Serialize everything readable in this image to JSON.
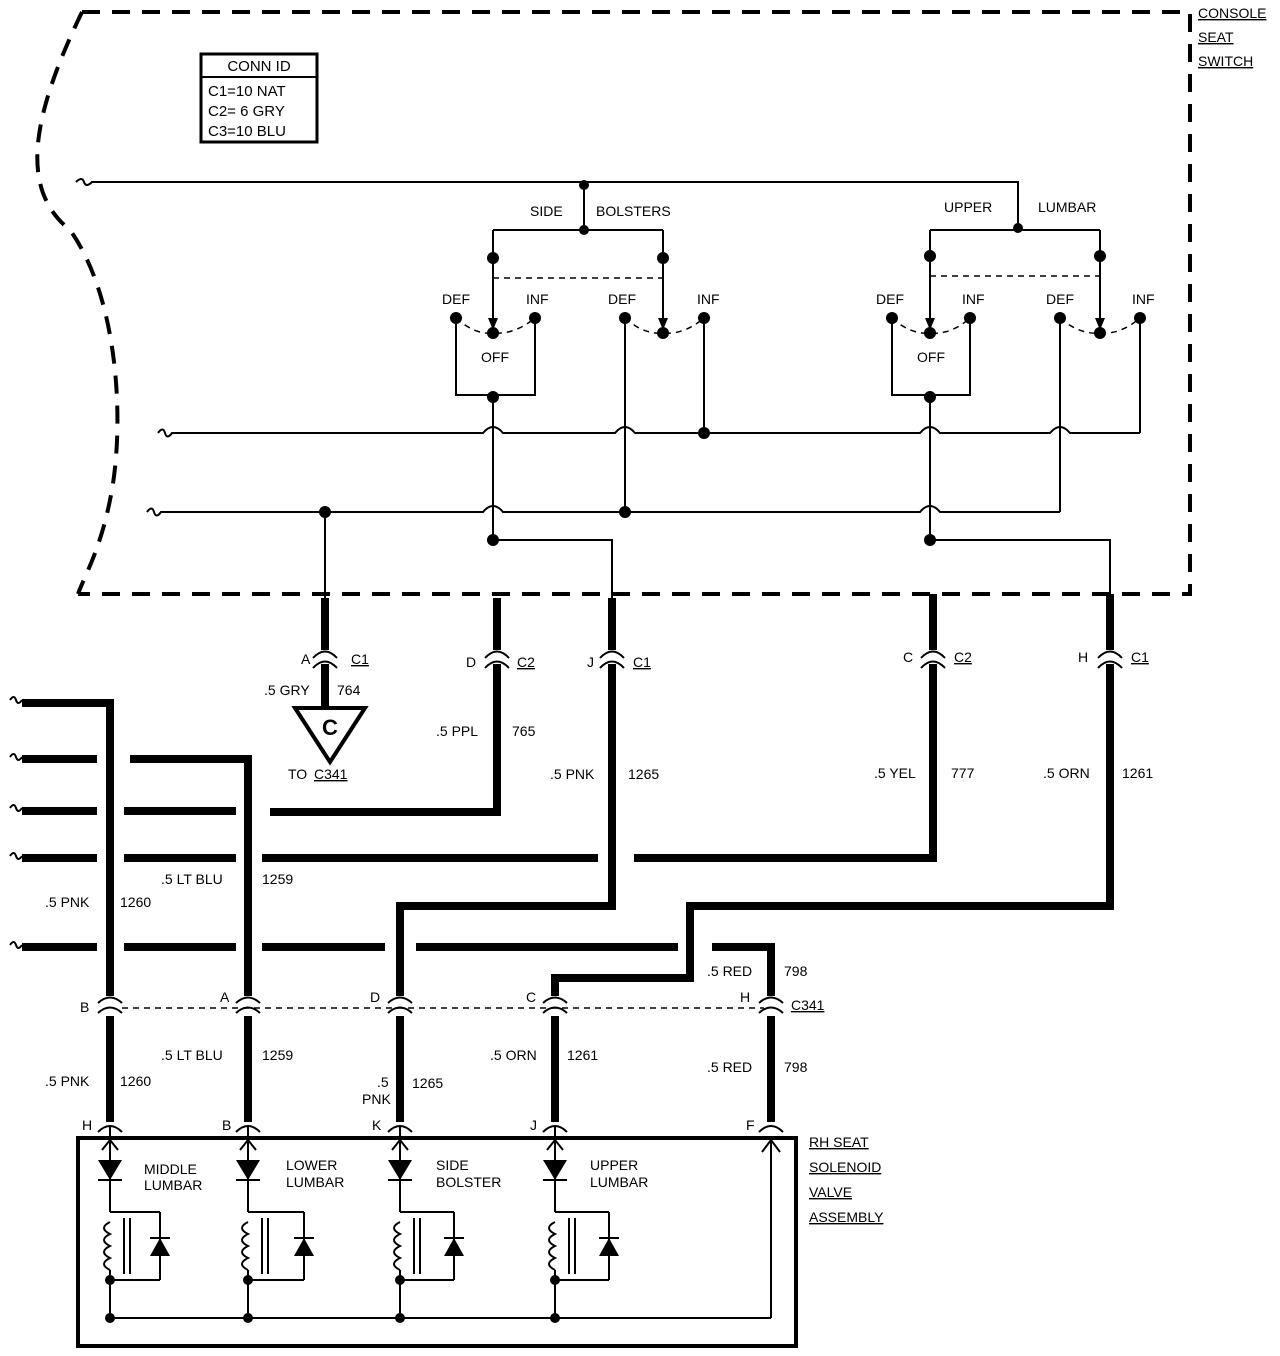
{
  "switch": {
    "name_lines": [
      "CONSOLE",
      "SEAT",
      "SWITCH"
    ],
    "conn_id": {
      "title": "CONN ID",
      "rows": [
        "C1=10 NAT",
        "C2= 6 GRY",
        "C3=10 BLU"
      ]
    },
    "side_bolsters": [
      "SIDE",
      "BOLSTERS"
    ],
    "upper_lumbar": [
      "UPPER",
      "LUMBAR"
    ],
    "def": "DEF",
    "inf": "INF",
    "off": "OFF"
  },
  "switch_pins": [
    {
      "pin": "A",
      "conn": "C1",
      "wire": ".5 GRY",
      "circuit": "764"
    },
    {
      "pin": "D",
      "conn": "C2",
      "wire": ".5 PPL",
      "circuit": "765"
    },
    {
      "pin": "J",
      "conn": "C1",
      "wire": ".5 PNK",
      "circuit": "1265"
    },
    {
      "pin": "C",
      "conn": "C2",
      "wire": ".5 YEL",
      "circuit": "777"
    },
    {
      "pin": "H",
      "conn": "C1",
      "wire": ".5 ORN",
      "circuit": "1261"
    }
  ],
  "ground_ref": {
    "letter": "C",
    "to_text": "TO",
    "to_conn": "C341"
  },
  "harness_wires": [
    {
      "wire": ".5 PNK",
      "circuit": "1260"
    },
    {
      "wire": ".5 LT BLU",
      "circuit": "1259"
    },
    {
      "wire": ".5 RED",
      "circuit": "798"
    }
  ],
  "c341": {
    "name": "C341",
    "pins": [
      "B",
      "A",
      "D",
      "C",
      "H"
    ]
  },
  "lower_wires": [
    {
      "wire": ".5 PNK",
      "circuit": "1260"
    },
    {
      "wire": ".5 LT BLU",
      "circuit": "1259"
    },
    {
      "wire_l1": ".5",
      "wire_l2": "PNK",
      "circuit": "1265"
    },
    {
      "wire": ".5 ORN",
      "circuit": "1261"
    },
    {
      "wire": ".5 RED",
      "circuit": "798"
    }
  ],
  "valve": {
    "pins": [
      "H",
      "B",
      "K",
      "J",
      "F"
    ],
    "solenoids": [
      [
        "MIDDLE",
        "LUMBAR"
      ],
      [
        "LOWER",
        "LUMBAR"
      ],
      [
        "SIDE",
        "BOLSTER"
      ],
      [
        "UPPER",
        "LUMBAR"
      ]
    ],
    "name_lines": [
      "RH SEAT",
      "SOLENOID",
      "VALVE",
      "ASSEMBLY"
    ]
  }
}
